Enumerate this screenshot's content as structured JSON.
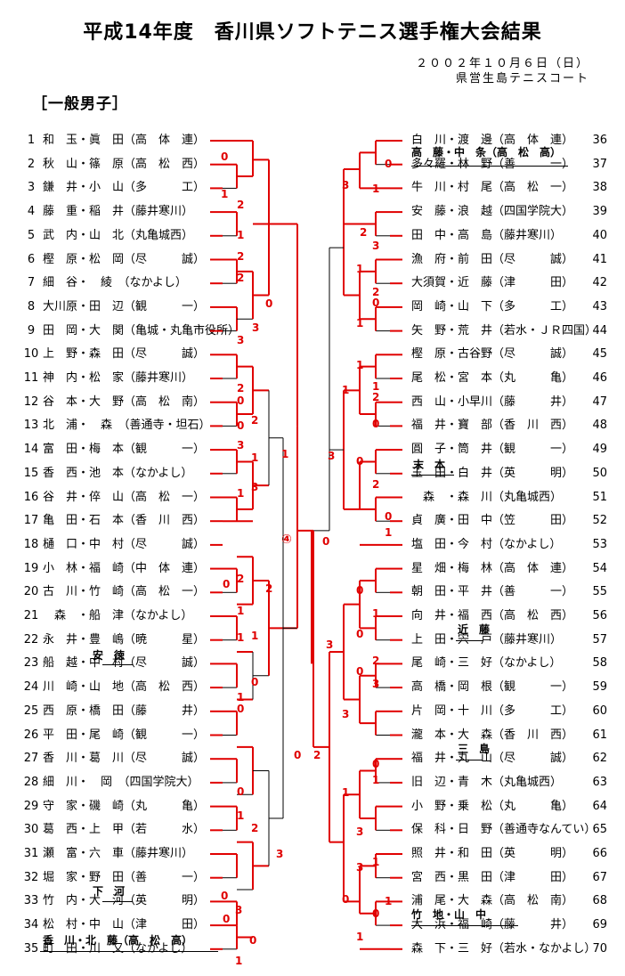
{
  "title": "平成14年度　香川県ソフトテニス選手権大会結果",
  "date": "２００２年１０月６日（日）",
  "venue": "県営生島テニスコート",
  "section": "［一般男子］",
  "center_mark": "④",
  "left_entries": [
    {
      "no": "1",
      "pair": "和　玉・眞　田（高　体　連）"
    },
    {
      "no": "2",
      "pair": "秋　山・篠　原（高　松　西）"
    },
    {
      "no": "3",
      "pair": "鎌　井・小　山（多　　　工）"
    },
    {
      "no": "4",
      "pair": "藤　重・稲　井（藤井寒川）"
    },
    {
      "no": "5",
      "pair": "武　内・山　北（丸亀城西）"
    },
    {
      "no": "6",
      "pair": "樫　原・松　岡（尽　　　誠）"
    },
    {
      "no": "7",
      "pair": "細　谷・　綾　（なかよし）"
    },
    {
      "no": "8",
      "pair": "大川原・田　辺（観　　　一）"
    },
    {
      "no": "9",
      "pair": "田　岡・大　関（亀城・丸亀市役所）"
    },
    {
      "no": "10",
      "pair": "上　野・森　田（尽　　　誠）"
    },
    {
      "no": "11",
      "pair": "神　内・松　家（藤井寒川）"
    },
    {
      "no": "12",
      "pair": "谷　本・大　野（高　松　南）"
    },
    {
      "no": "13",
      "pair": "北　浦・　森　（善通寺・坦石）"
    },
    {
      "no": "14",
      "pair": "富　田・梅　本（観　　　一）"
    },
    {
      "no": "15",
      "pair": "香　西・池　本（なかよし）"
    },
    {
      "no": "16",
      "pair": "谷　井・倅　山（高　松　一）"
    },
    {
      "no": "17",
      "pair": "亀　田・石　本（香　川　西）"
    },
    {
      "no": "18",
      "pair": "樋　口・中　村（尽　　　誠）"
    },
    {
      "no": "19",
      "pair": "小　林・福　崎（中　体　連）"
    },
    {
      "no": "20",
      "pair": "古　川・竹　崎（高　松　一）"
    },
    {
      "no": "21",
      "pair": "　森　・船　津（なかよし）"
    },
    {
      "no": "22",
      "pair": "永　井・豊　嶋（暁　　　星）"
    },
    {
      "no": "23",
      "pair": "船　越・中　村（尽　　　誠）"
    },
    {
      "no": "24",
      "pair": "川　崎・山　地（高　松　西）"
    },
    {
      "no": "25",
      "pair": "西　原・橋　田（藤　　　井）"
    },
    {
      "no": "26",
      "pair": "平　田・尾　崎（観　　　一）"
    },
    {
      "no": "27",
      "pair": "香　川・葛　川（尽　　　誠）"
    },
    {
      "no": "28",
      "pair": "細　川・　岡　（四国学院大）"
    },
    {
      "no": "29",
      "pair": "守　家・磯　崎（丸　　　亀）"
    },
    {
      "no": "30",
      "pair": "葛　西・上　甲（若　　　水）"
    },
    {
      "no": "31",
      "pair": "瀬　富・六　車（藤井寒川）"
    },
    {
      "no": "32",
      "pair": "堀　家・野　田（善　　　一）"
    },
    {
      "no": "33",
      "pair": "竹　内・大　河（英　　　明）"
    },
    {
      "no": "34",
      "pair": "松　村・中　山（津　　　田）"
    },
    {
      "no": "35",
      "pair": "町　田・川　又（なかよし）"
    }
  ],
  "right_entries": [
    {
      "no": "36",
      "pair": "白　川・渡　邊（高　体　連）"
    },
    {
      "no": "37",
      "pair": "多々羅・林　野（善　　　一）"
    },
    {
      "no": "38",
      "pair": "牛　川・村　尾（高　松　一）"
    },
    {
      "no": "39",
      "pair": "安　藤・浪　越（四国学院大）"
    },
    {
      "no": "40",
      "pair": "田　中・高　島（藤井寒川）"
    },
    {
      "no": "41",
      "pair": "漁　府・前　田（尽　　　誠）"
    },
    {
      "no": "42",
      "pair": "大須賀・近　藤（津　　　田）"
    },
    {
      "no": "43",
      "pair": "岡　崎・山　下（多　　　工）"
    },
    {
      "no": "44",
      "pair": "矢　野・荒　井（若水・ＪＲ四国）"
    },
    {
      "no": "45",
      "pair": "樫　原・古谷野（尽　　　誠）"
    },
    {
      "no": "46",
      "pair": "尾　松・宮　本（丸　　　亀）"
    },
    {
      "no": "47",
      "pair": "西　山・小早川（藤　　　井）"
    },
    {
      "no": "48",
      "pair": "福　井・寶　部（香　川　西）"
    },
    {
      "no": "49",
      "pair": "圓　子・筒　井（観　　　一）"
    },
    {
      "no": "50",
      "pair": "玉　田・白　井（英　　　明）"
    },
    {
      "no": "51",
      "pair": "　森　・森　川（丸亀城西）"
    },
    {
      "no": "52",
      "pair": "貞　廣・田　中（笠　　　田）"
    },
    {
      "no": "53",
      "pair": "塩　田・今　村（なかよし）"
    },
    {
      "no": "54",
      "pair": "星　畑・梅　林（高　体　連）"
    },
    {
      "no": "55",
      "pair": "朝　田・平　井（善　　　一）"
    },
    {
      "no": "56",
      "pair": "向　井・福　西（高　松　西）"
    },
    {
      "no": "57",
      "pair": "上　田・宍　戸（藤井寒川）"
    },
    {
      "no": "58",
      "pair": "尾　崎・三　好（なかよし）"
    },
    {
      "no": "59",
      "pair": "高　橋・岡　根（観　　　一）"
    },
    {
      "no": "60",
      "pair": "片　岡・十　川（多　　　工）"
    },
    {
      "no": "61",
      "pair": "瀧　本・大　森（香　川　西）"
    },
    {
      "no": "62",
      "pair": "福　井・丸　山（尽　　　誠）"
    },
    {
      "no": "63",
      "pair": "旧　辺・青　木（丸亀城西）"
    },
    {
      "no": "64",
      "pair": "小　野・乗　松（丸　　　亀）"
    },
    {
      "no": "65",
      "pair": "保　科・日　野（善通寺なんてい）"
    },
    {
      "no": "66",
      "pair": "照　井・和　田（英　　　明）"
    },
    {
      "no": "67",
      "pair": "宮　西・黒　田（津　　　田）"
    },
    {
      "no": "68",
      "pair": "浦　尾・大　森（高　松　南）"
    },
    {
      "no": "69",
      "pair": "大　浜・福　崎（藤　　　井）"
    },
    {
      "no": "70",
      "pair": "森　下・三　好（若水・なかよし）"
    }
  ],
  "notes": {
    "n1": "安　徳",
    "n2": "下　河",
    "n3": "香　川・北　藤（高　松　高）",
    "n4": "高　藤・中　条（高　松　高）",
    "n5": "末　本",
    "n6": "近　藤",
    "n7": "三　島",
    "n8": "竹　地・山　中"
  },
  "colors": {
    "bracket": "#e00000",
    "text": "#000000"
  }
}
